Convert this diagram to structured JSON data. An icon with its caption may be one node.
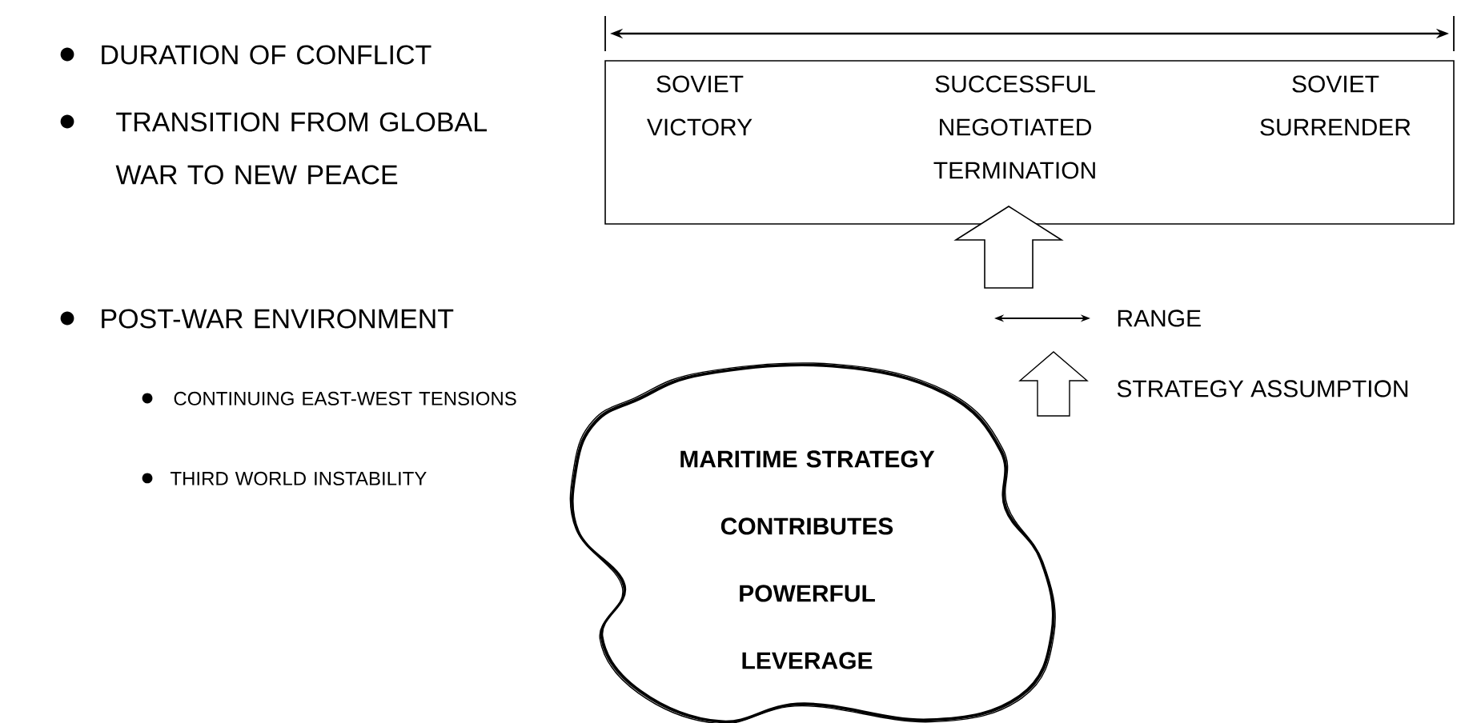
{
  "diagram": {
    "nodes": [
      {
        "text": [
          "SOVIET VICTORY",
          "SUCCESSFUL NEGOTIATED TERMINATION",
          "SOVIET SURRENDER"
        ]
      },
      {
        "text": [
          "MARITIME STRATEGY CONTRIBUTES POWERFUL LEVERAGE"
        ]
      }
    ],
    "labels": [
      "DURATION OF CONFLICT",
      "TRANSITION FROM GLOBAL WAR TO NEW PEACE",
      "POST-WAR ENVIRONMENT",
      "CONTINUING EAST-WEST TENSIONS",
      "THIRD WORLD INSTABILITY"
    ],
    "legend": [
      {
        "text": "RANGE"
      },
      {
        "text": "STRATEGY ASSUMPTION"
      }
    ]
  }
}
